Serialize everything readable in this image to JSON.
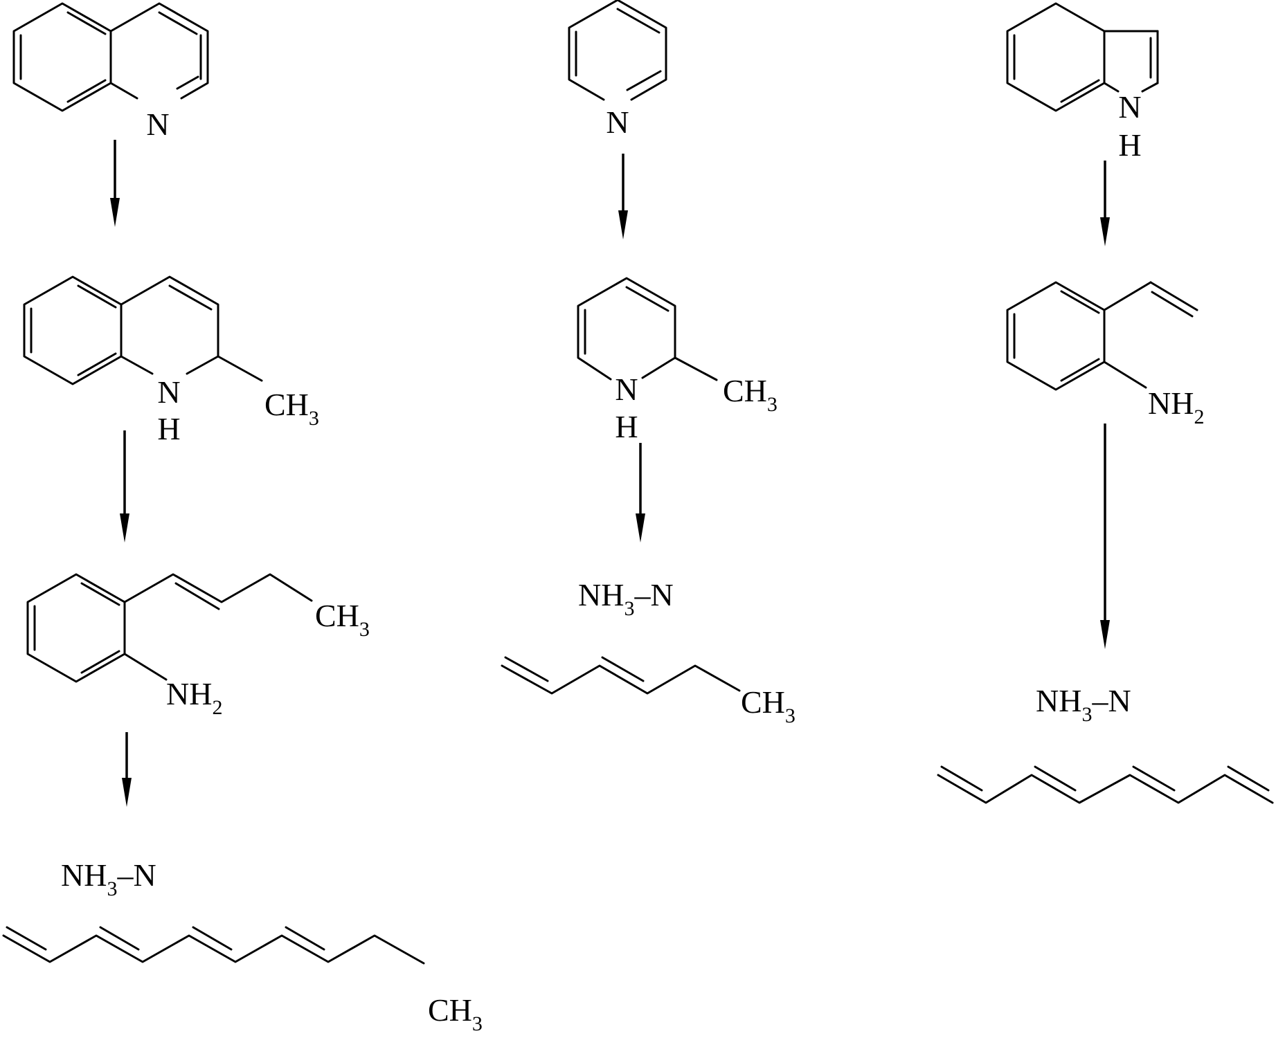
{
  "labels": {
    "n": "N",
    "h": "H",
    "ch": "CH",
    "nh": "NH",
    "sub2": "2",
    "sub3": "3",
    "bond_n": "–N"
  }
}
